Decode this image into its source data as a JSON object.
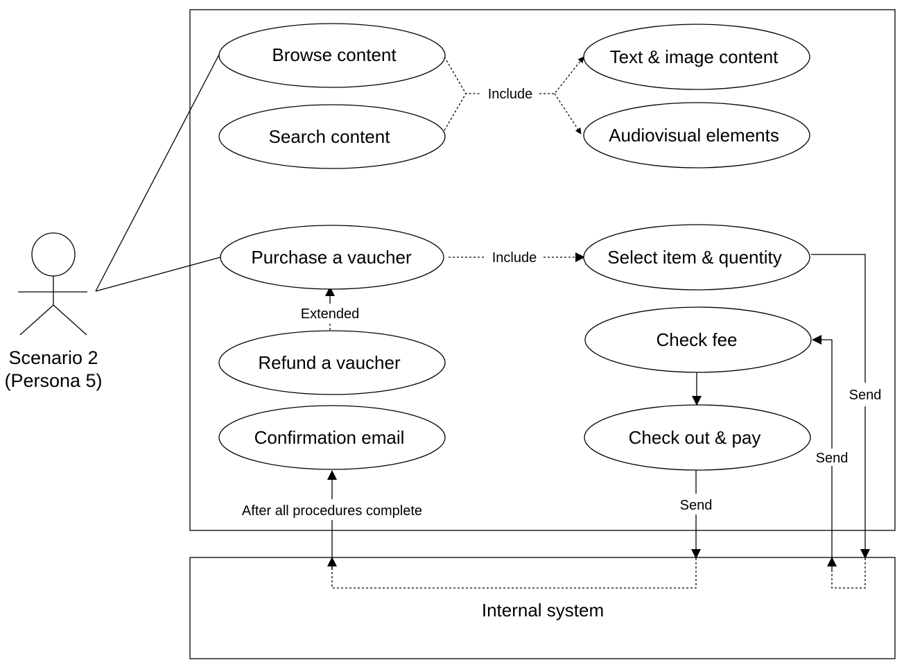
{
  "actor": {
    "name_line1": "Scenario 2",
    "name_line2": "(Persona 5)"
  },
  "use_cases": {
    "browse_content": "Browse content",
    "search_content": "Search content",
    "text_image_content": "Text & image content",
    "audiovisual_elements": "Audiovisual elements",
    "purchase_voucher": "Purchase a vaucher",
    "select_item_quantity": "Select item & quentity",
    "refund_voucher": "Refund a vaucher",
    "check_fee": "Check fee",
    "confirmation_email": "Confirmation email",
    "check_out_pay": "Check out & pay"
  },
  "labels": {
    "include_top": "Include",
    "include_purchase": "Include",
    "extended": "Extended",
    "send_select": "Send",
    "send_check_fee": "Send",
    "send_checkout": "Send",
    "after_all": "After all procedures complete"
  },
  "internal_system": "Internal system"
}
